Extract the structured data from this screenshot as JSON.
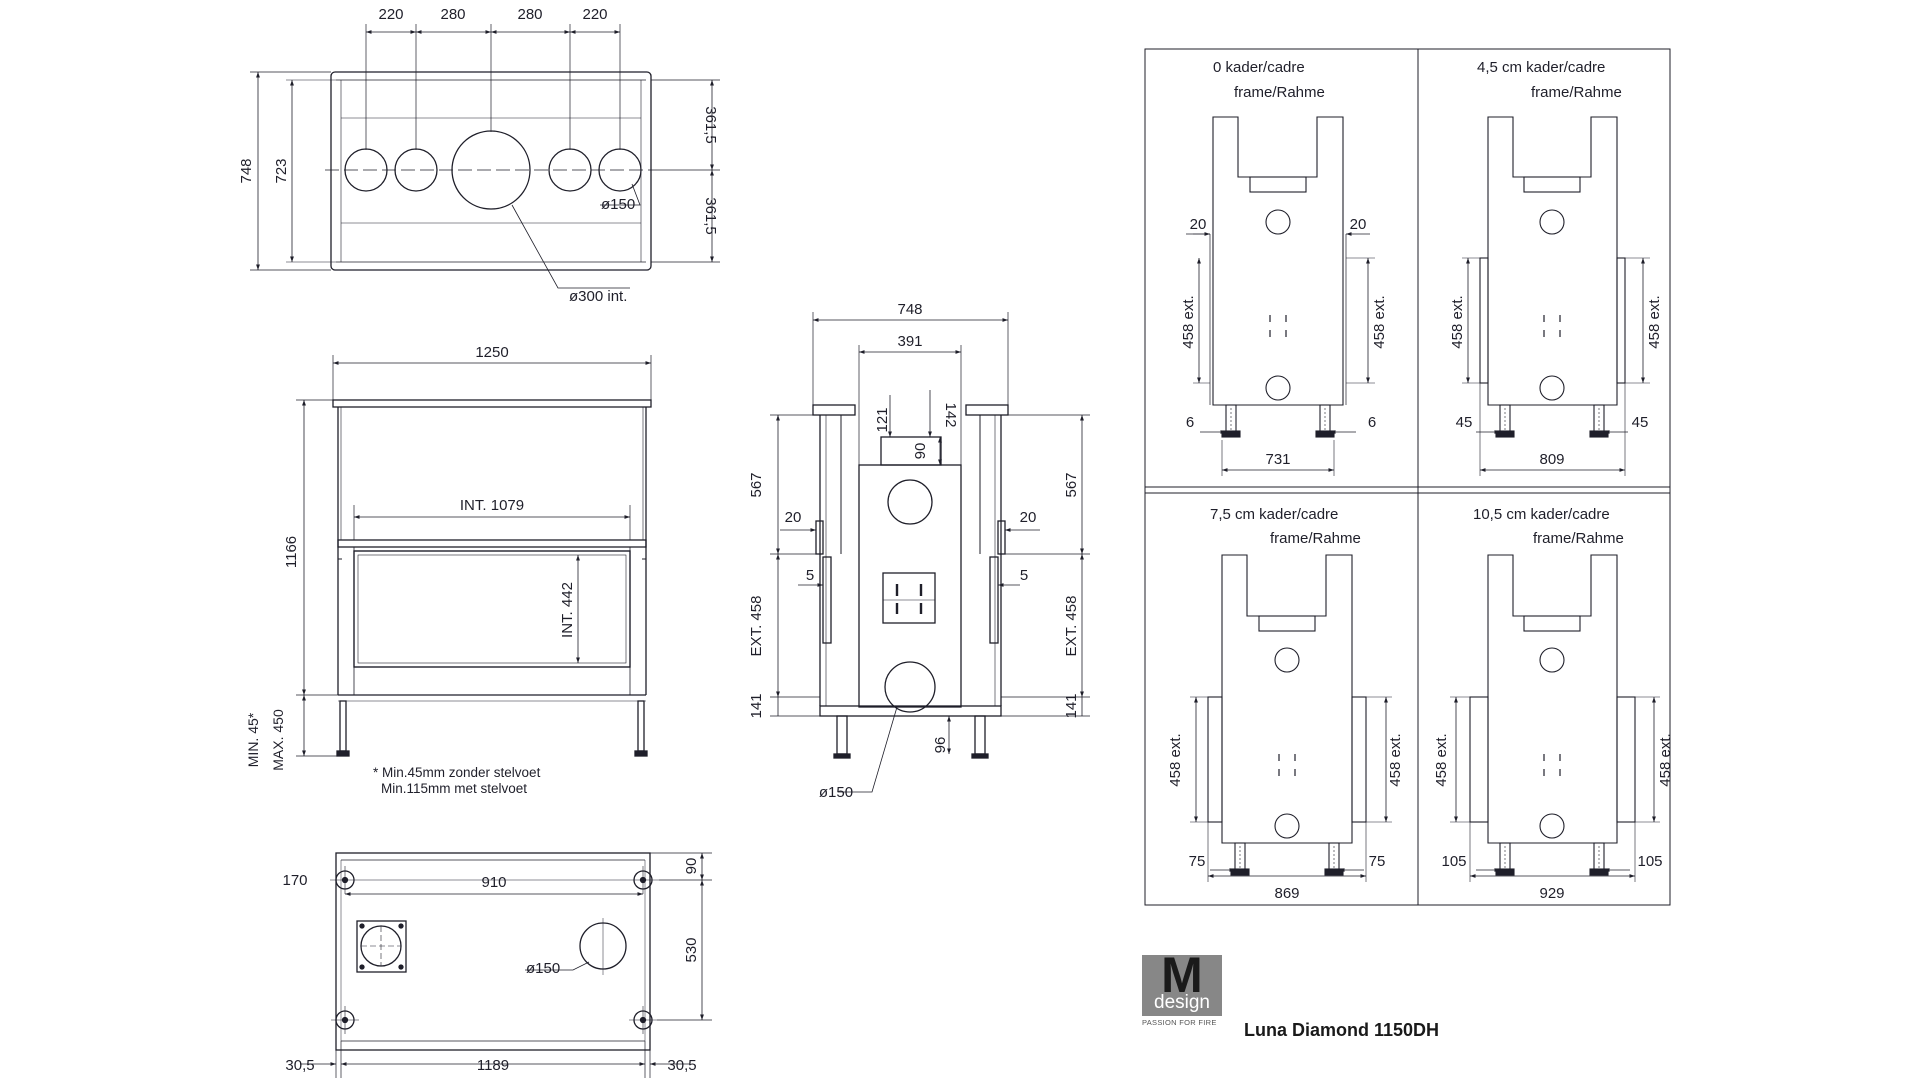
{
  "top_view": {
    "spacings": [
      "220",
      "280",
      "280",
      "220"
    ],
    "height_outer": "748",
    "height_inner": "723",
    "half_upper": "361,5",
    "half_lower": "361,5",
    "small_pipe": "ø150",
    "large_pipe": "ø300 int."
  },
  "front_view": {
    "width": "1250",
    "int_width": "INT. 1079",
    "int_height": "INT. 442",
    "height": "1166",
    "leg_min": "MIN. 45*",
    "leg_max": "MAX. 450",
    "note_line1": "* Min.45mm zonder stelvoet",
    "note_line2": "Min.115mm met stelvoet"
  },
  "bottom_view": {
    "span": "910",
    "corner_offset": "170",
    "depth_top": "90",
    "depth_mid": "530",
    "pipe": "ø150",
    "width": "1189",
    "margin_left": "30,5",
    "margin_right": "30,5"
  },
  "side_view": {
    "width": "748",
    "inner": "391",
    "d121": "121",
    "d142": "142",
    "d90": "90",
    "upper_left": "567",
    "upper_right": "567",
    "gap_left": "20",
    "gap_right": "20",
    "step_left": "5",
    "step_right": "5",
    "ext_left": "EXT. 458",
    "ext_right": "EXT. 458",
    "base_left": "141",
    "base_right": "141",
    "d96": "96",
    "pipe": "ø150"
  },
  "frames": [
    {
      "title_line1": "0  kader/cadre",
      "title_line2": "frame/Rahme",
      "side_offset_left": "20",
      "side_offset_right": "20",
      "ext_left": "458 ext.",
      "ext_right": "458 ext.",
      "foot_left": "6",
      "foot_right": "6",
      "width": "731"
    },
    {
      "title_line1": "4,5 cm  kader/cadre",
      "title_line2": "frame/Rahme",
      "ext_left": "458 ext.",
      "ext_right": "458 ext.",
      "foot_left": "45",
      "foot_right": "45",
      "width": "809"
    },
    {
      "title_line1": "7,5 cm  kader/cadre",
      "title_line2": "frame/Rahme",
      "ext_left": "458 ext.",
      "ext_right": "458 ext.",
      "foot_left": "75",
      "foot_right": "75",
      "width": "869"
    },
    {
      "title_line1": "10,5 cm kader/cadre",
      "title_line2": "frame/Rahme",
      "ext_left": "458 ext.",
      "ext_right": "458 ext.",
      "foot_left": "105",
      "foot_right": "105",
      "width": "929"
    }
  ],
  "logo": {
    "mark": "M",
    "word": "design",
    "tagline": "PASSION FOR FIRE"
  },
  "model_name": "Luna Diamond 1150DH"
}
